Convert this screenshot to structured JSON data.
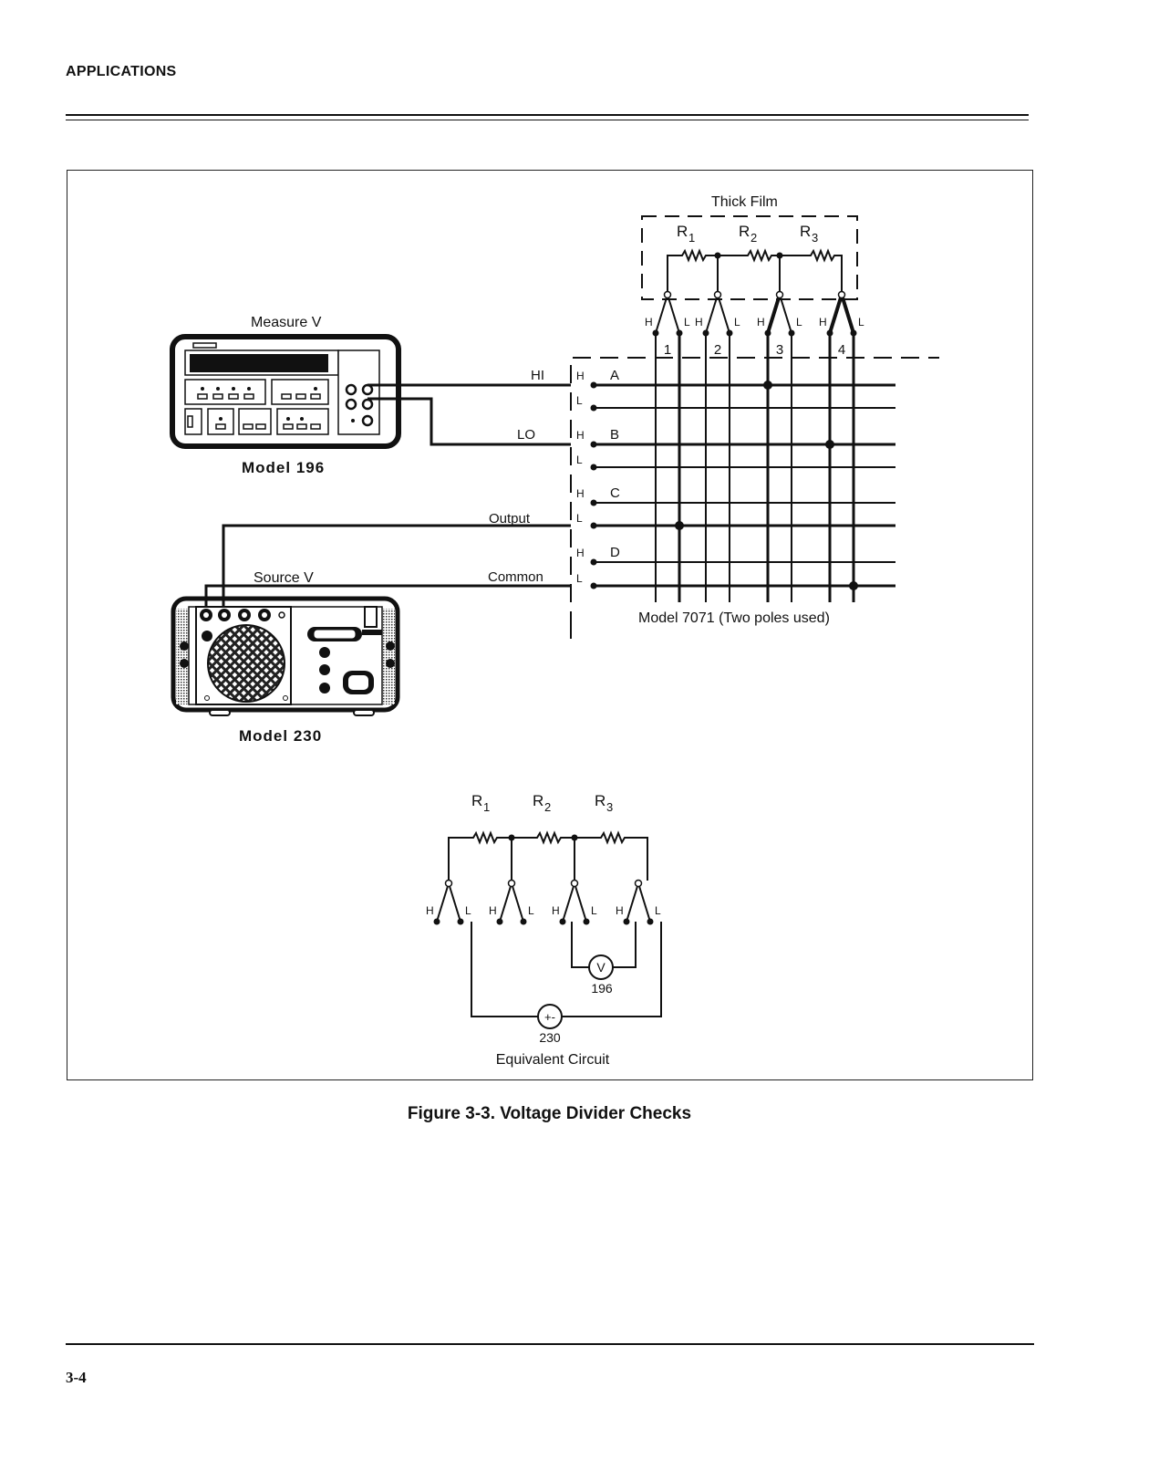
{
  "page": {
    "section_header": "APPLICATIONS",
    "page_number": "3-4",
    "caption": "Figure 3-3. Voltage Divider Checks"
  },
  "figure": {
    "thick_film": {
      "label": "Thick Film",
      "resistors": [
        "R1",
        "R2",
        "R3"
      ],
      "resistor_subscripts": [
        "1",
        "2",
        "3"
      ],
      "resistor_base": "R"
    },
    "switch_columns": [
      {
        "number": "1",
        "hi": "H",
        "lo": "L"
      },
      {
        "number": "2",
        "hi": "H",
        "lo": "L"
      },
      {
        "number": "3",
        "hi": "H",
        "lo": "L"
      },
      {
        "number": "4",
        "hi": "H",
        "lo": "L"
      }
    ],
    "matrix_rows": [
      {
        "row": "A",
        "hi": "H",
        "lo": "L"
      },
      {
        "row": "B",
        "hi": "H",
        "lo": "L"
      },
      {
        "row": "C",
        "hi": "H",
        "lo": "L"
      },
      {
        "row": "D",
        "hi": "H",
        "lo": "L"
      }
    ],
    "matrix_label": "Model 7071 (Two poles used)",
    "dmm": {
      "title": "Measure V",
      "model": "Model 196"
    },
    "source": {
      "title": "Source V",
      "model": "Model 230"
    },
    "wire_labels": {
      "hi": "HI",
      "lo": "LO",
      "output": "Output",
      "common": "Common"
    },
    "equivalent_circuit": {
      "label": "Equivalent Circuit",
      "voltmeter_symbol": "V",
      "voltmeter_label": "196",
      "source_symbol": "+-",
      "source_label": "230",
      "switch_hi": "H",
      "switch_lo": "L"
    }
  }
}
